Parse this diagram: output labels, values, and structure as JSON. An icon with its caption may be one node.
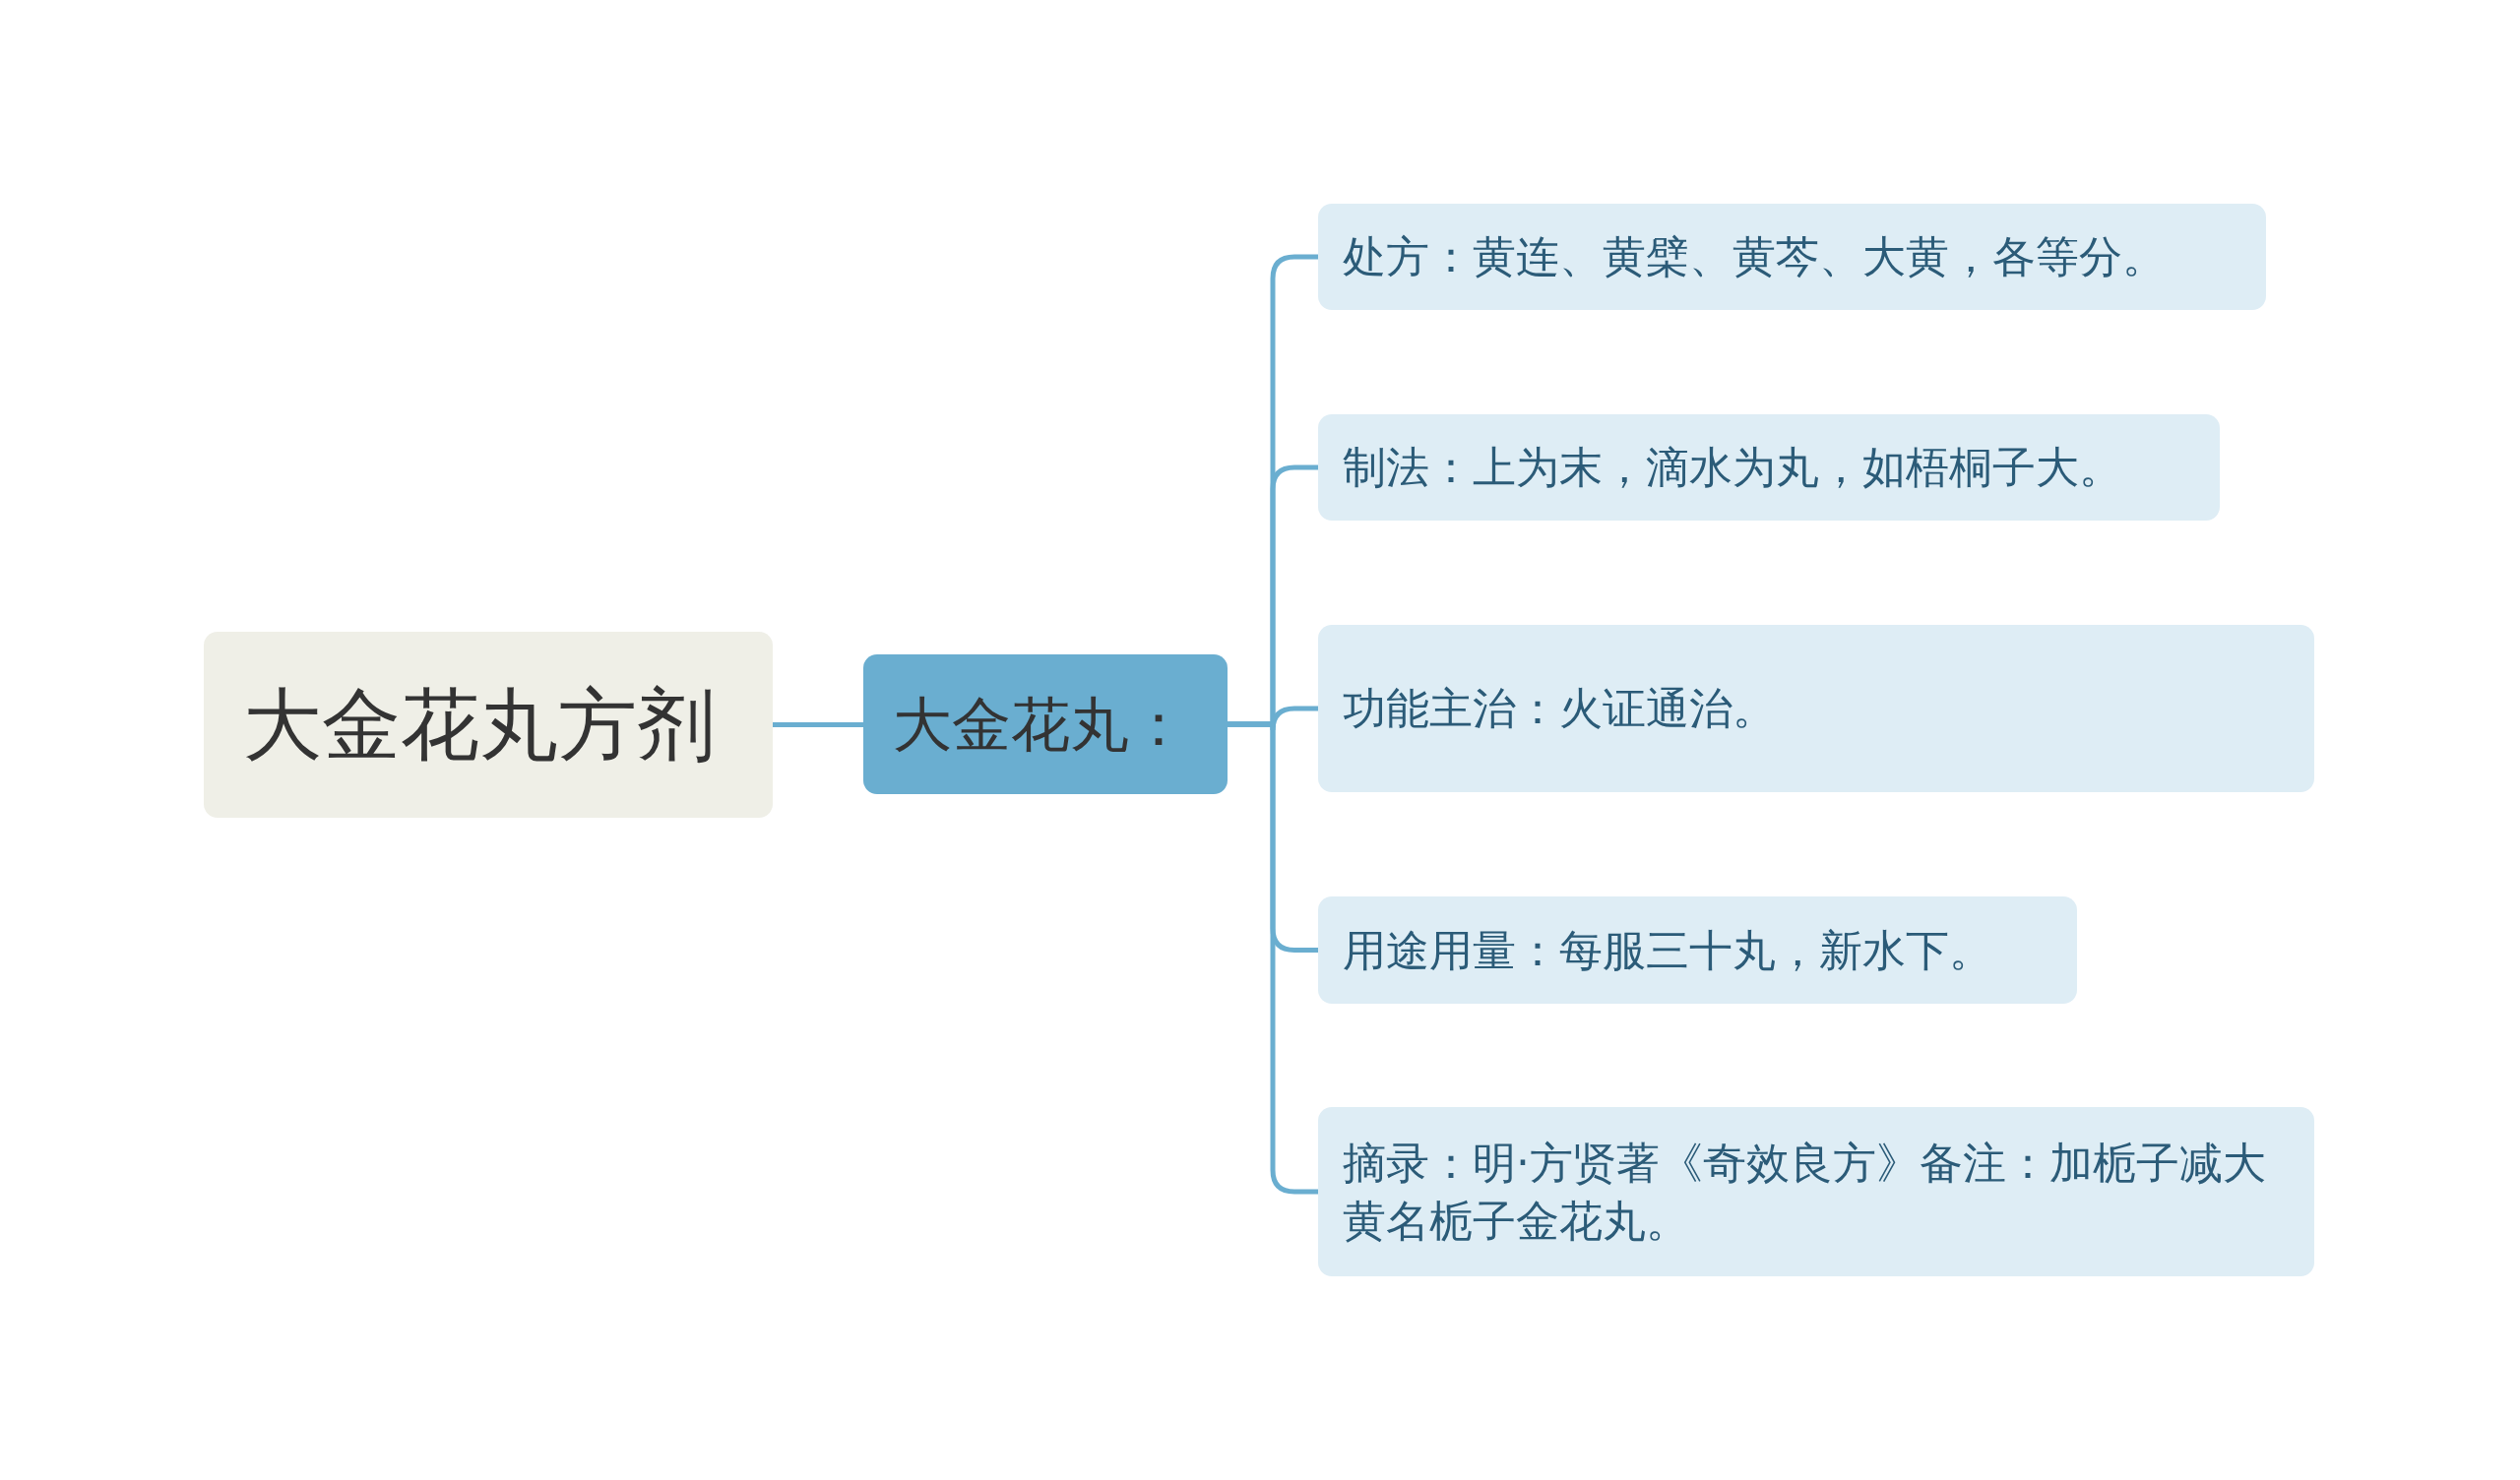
{
  "diagram": {
    "nodes": [
      {
        "text": [
          "大金花丸方剂"
        ]
      },
      {
        "text": [
          "大金花丸："
        ]
      },
      {
        "text": [
          "处方：黄连、黄檗、黄芩、大黄，各等分。"
        ]
      },
      {
        "text": [
          "制法：上为末，滴水为丸，如梧桐子大。"
        ]
      },
      {
        "text": [
          "功能主治：火证通治。"
        ]
      },
      {
        "text": [
          "用途用量：每服三十丸，新水下。"
        ]
      },
      {
        "text": [
          "摘录：明·方贤著《奇效良方》备注：加栀子减大黄名栀子金花丸。"
        ]
      }
    ],
    "edges": [
      {
        "from": 0,
        "to": 1,
        "arrow": "none"
      },
      {
        "from": 1,
        "to": 2,
        "arrow": "none"
      },
      {
        "from": 1,
        "to": 3,
        "arrow": "none"
      },
      {
        "from": 1,
        "to": 4,
        "arrow": "none"
      },
      {
        "from": 1,
        "to": 5,
        "arrow": "none"
      },
      {
        "from": 1,
        "to": 6,
        "arrow": "none"
      }
    ]
  }
}
